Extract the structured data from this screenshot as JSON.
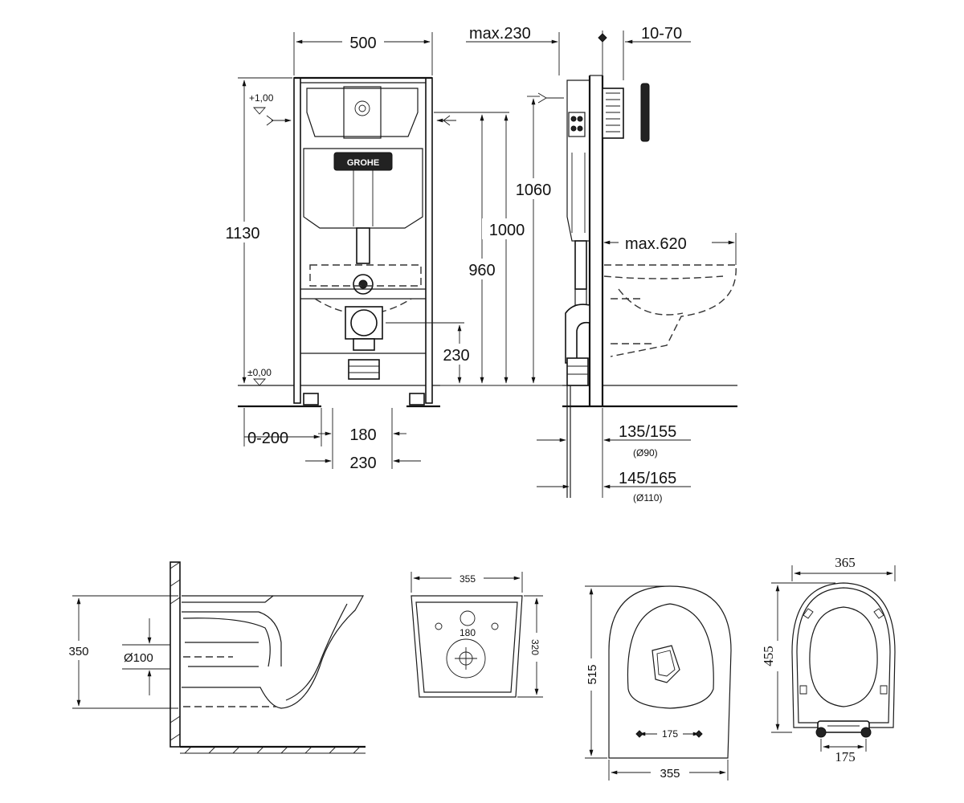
{
  "frame_dimensions": {
    "width_top": "500",
    "max_depth": "max.230",
    "wall_offset": "10-70",
    "level_top": "+1,00",
    "level_zero": "±0,00",
    "height_total": "1130",
    "height_1060": "1060",
    "height_1000": "1000",
    "height_960": "960",
    "height_230": "230",
    "max_620": "max.620",
    "foot_adjust": "0-200",
    "bolt_spacing": "180",
    "outlet_width": "230",
    "outlet_135": "135/155",
    "outlet_135_sub": "(Ø90)",
    "outlet_145": "145/165",
    "outlet_145_sub": "(Ø110)"
  },
  "brand_plate": "GROHE",
  "bowl_side": {
    "height": "350",
    "pipe_diameter": "Ø100"
  },
  "bowl_back": {
    "width": "355",
    "height": "320",
    "bolt_spacing": "180"
  },
  "bowl_top": {
    "length": "515",
    "width": "355",
    "bolt_spacing": "175"
  },
  "seat": {
    "width": "365",
    "length": "455",
    "hinge_spacing": "175"
  }
}
